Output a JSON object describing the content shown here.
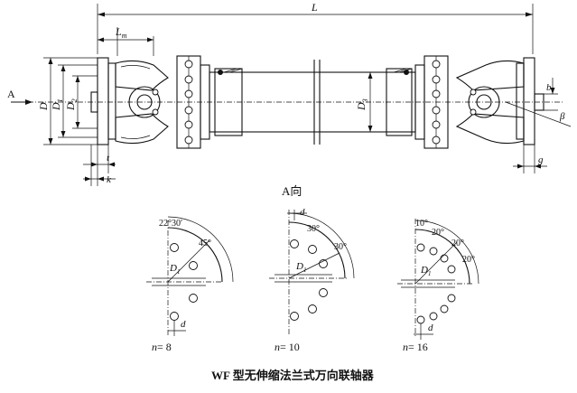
{
  "main_view": {
    "dim_L": "L",
    "dim_Lm": "L",
    "dim_Lm_sub": "m",
    "view_arrow": "A",
    "dim_D": "D",
    "dim_D1": "D",
    "dim_D1_sub": "1",
    "dim_D2": "D",
    "dim_D2_sub": "2",
    "dim_D3": "D",
    "dim_D3_sub": "3",
    "dim_t": "t",
    "dim_k": "k",
    "dim_b": "b",
    "dim_beta": "β",
    "dim_g": "g"
  },
  "view_label": "A向",
  "flange_views": [
    {
      "n_label": "n",
      "n_value": "= 8",
      "angles": [
        "22°30′",
        "45°"
      ],
      "d_label": "d",
      "D1_label": "D",
      "D1_sub": "1"
    },
    {
      "n_label": "n",
      "n_value": "= 10",
      "angles": [
        "30°",
        "30°"
      ],
      "d_label": "d",
      "D1_label": "D",
      "D1_sub": "1"
    },
    {
      "n_label": "n",
      "n_value": "= 16",
      "angles": [
        "10°",
        "20°",
        "20°",
        "20°"
      ],
      "d_label": "d",
      "D1_label": "D",
      "D1_sub": "1"
    }
  ],
  "caption": "WF 型无伸缩法兰式万向联轴器"
}
